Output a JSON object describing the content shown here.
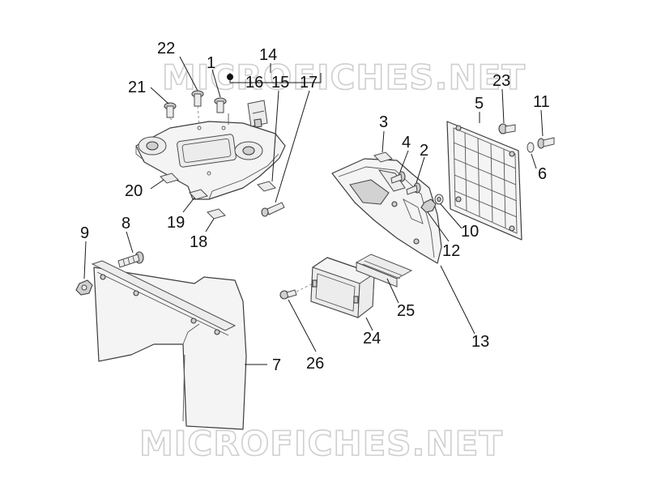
{
  "watermark": {
    "text": "MICROFICHES.NET"
  },
  "part_numbers": {
    "p1": "1",
    "p2": "2",
    "p3": "3",
    "p4": "4",
    "p5": "5",
    "p6": "6",
    "p7": "7",
    "p8": "8",
    "p9": "9",
    "p10": "10",
    "p11": "11",
    "p12": "12",
    "p13": "13",
    "p14": "14",
    "p15": "15",
    "p16": "16",
    "p17": "17",
    "p18": "18",
    "p19": "19",
    "p20": "20",
    "p21": "21",
    "p22": "22",
    "p23": "23",
    "p24": "24",
    "p25": "25",
    "p26": "26"
  }
}
